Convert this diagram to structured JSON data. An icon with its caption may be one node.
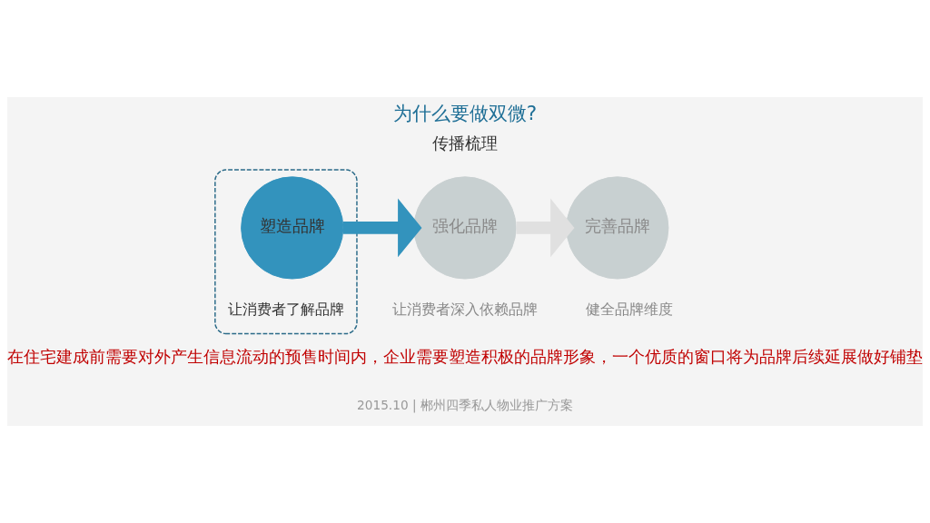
{
  "diagram": {
    "title": "为什么要做双微?",
    "nodes": [
      {
        "text": [],
        "shape": "box"
      },
      {
        "text": [
          "塑造品牌"
        ],
        "in": 0,
        "beside": [
          "让消费者了解品牌"
        ]
      },
      {
        "text": [
          "强化品牌"
        ],
        "beside": [
          "让消费者深入依赖品牌"
        ]
      },
      {
        "text": [
          "完善品牌"
        ],
        "beside": [
          "健全品牌维度"
        ]
      }
    ],
    "edges": [
      {
        "from": 1,
        "to": 2,
        "arrow": "to",
        "color": "#3393bd"
      },
      {
        "from": 2,
        "to": 3,
        "arrow": "to",
        "color": "#e0e0e0"
      }
    ],
    "labels": [
      "传播梳理",
      "在住宅建成前需要对外产生信息流动的预售时间内，企业需要塑造积极的品牌形象，一个优质的窗口将为品牌后续延展做好铺垫",
      "2015.10 | 郴州四季私人物业推广方案"
    ]
  }
}
